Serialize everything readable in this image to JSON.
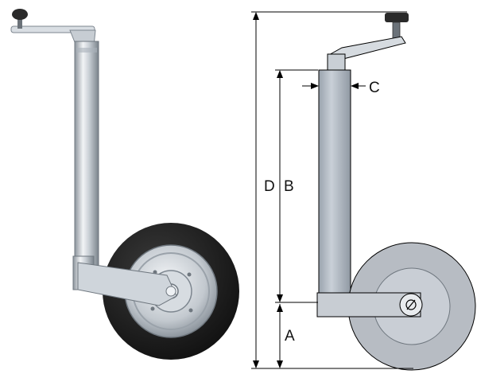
{
  "labels": {
    "a": "A",
    "b": "B",
    "c": "C",
    "d": "D"
  },
  "colors": {
    "steel_light": "#eef1f4",
    "steel_mid": "#b9c0c7",
    "steel_dark": "#7d868f",
    "drawing_tube": "#a6aeb8",
    "drawing_tube_light": "#cfd5dc",
    "tire_black": "#1e1e1e",
    "knob_black": "#2a2a2a",
    "drawing_wheel": "#b7bcc3",
    "drawing_hub": "#cfd4da",
    "line": "#000000"
  }
}
